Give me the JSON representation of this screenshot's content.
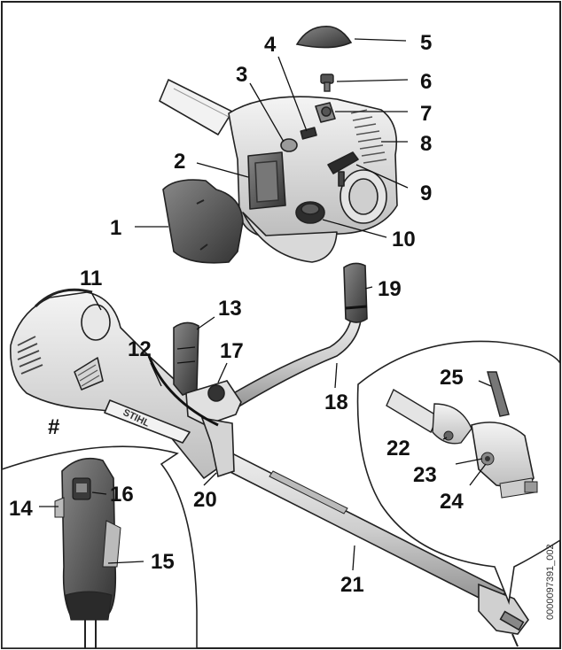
{
  "labels": {
    "l1": "1",
    "l2": "2",
    "l3": "3",
    "l4": "4",
    "l5": "5",
    "l6": "6",
    "l7": "7",
    "l8": "8",
    "l9": "9",
    "l10": "10",
    "l11": "11",
    "l12": "12",
    "l13": "13",
    "l14": "14",
    "l15": "15",
    "l16": "16",
    "l17": "17",
    "l18": "18",
    "l19": "19",
    "l20": "20",
    "l21": "21",
    "l22": "22",
    "l23": "23",
    "l24": "24",
    "l25": "25",
    "hash": "#"
  },
  "brand": "STIHL",
  "image_code": "0000097391_002",
  "colors": {
    "outline": "#222222",
    "body_light": "#e8e8e8",
    "body_mid": "#c8c8c8",
    "dark_part": "#555555",
    "black_part": "#2a2a2a"
  }
}
